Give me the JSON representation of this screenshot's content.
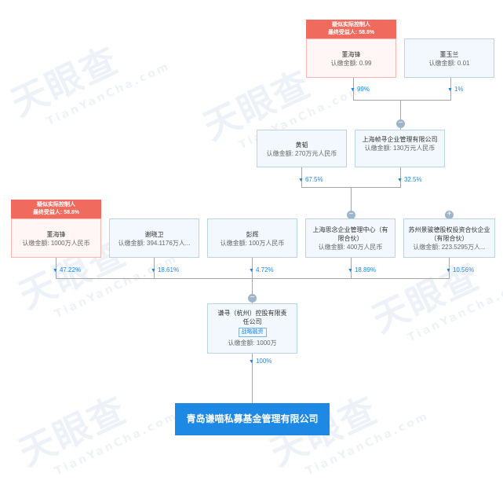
{
  "watermark": {
    "big": "天眼查",
    "small": "TianYanCha.com"
  },
  "badge_lines": [
    "疑似实际控制人",
    "最终受益人: 58.8%"
  ],
  "top_row": [
    {
      "name": "董海锋",
      "amount": "认缴金额: 0.99",
      "pct": "99%"
    },
    {
      "name": "董玉兰",
      "amount": "认缴金额: 0.01",
      "pct": "1%"
    }
  ],
  "mid_row": [
    {
      "name": "黄韬",
      "amount": "认缴金额: 270万元人民币",
      "pct": "67.5%"
    },
    {
      "name": "上海帧寻企业管理有限公司",
      "amount": "认缴金额: 130万元人民币",
      "pct": "32.5%",
      "toggle": "−"
    }
  ],
  "lower_row": [
    {
      "name": "董海锋",
      "amount": "认缴金额: 1000万人民币",
      "pct": "47.22%"
    },
    {
      "name": "谢晓卫",
      "amount": "认缴金额: 394.1176万人...",
      "pct": "18.61%"
    },
    {
      "name": "彭辉",
      "amount": "认缴金额: 100万人民币",
      "pct": "4.72%"
    },
    {
      "name": "上海思念企业管理中心（有限合伙）",
      "amount": "认缴金额: 400万人民币",
      "pct": "18.89%",
      "toggle": "−"
    },
    {
      "name": "苏州景骏德股权投资合伙企业（有限合伙）",
      "amount": "认缴金额: 223.5295万人...",
      "pct": "10.56%",
      "toggle": "+"
    }
  ],
  "mid_toggle": "−",
  "company": {
    "name": "谦寻（杭州）控股有限责任公司",
    "tag": "战略融资",
    "amount": "认缴金额: 1000万",
    "pct": "100%",
    "toggle": "−"
  },
  "final": {
    "name": "青岛谦喵私募基金管理有限公司"
  },
  "colors": {
    "accent": "#1e88e5",
    "badge": "#f06a5d",
    "line": "#a6a6a6"
  }
}
